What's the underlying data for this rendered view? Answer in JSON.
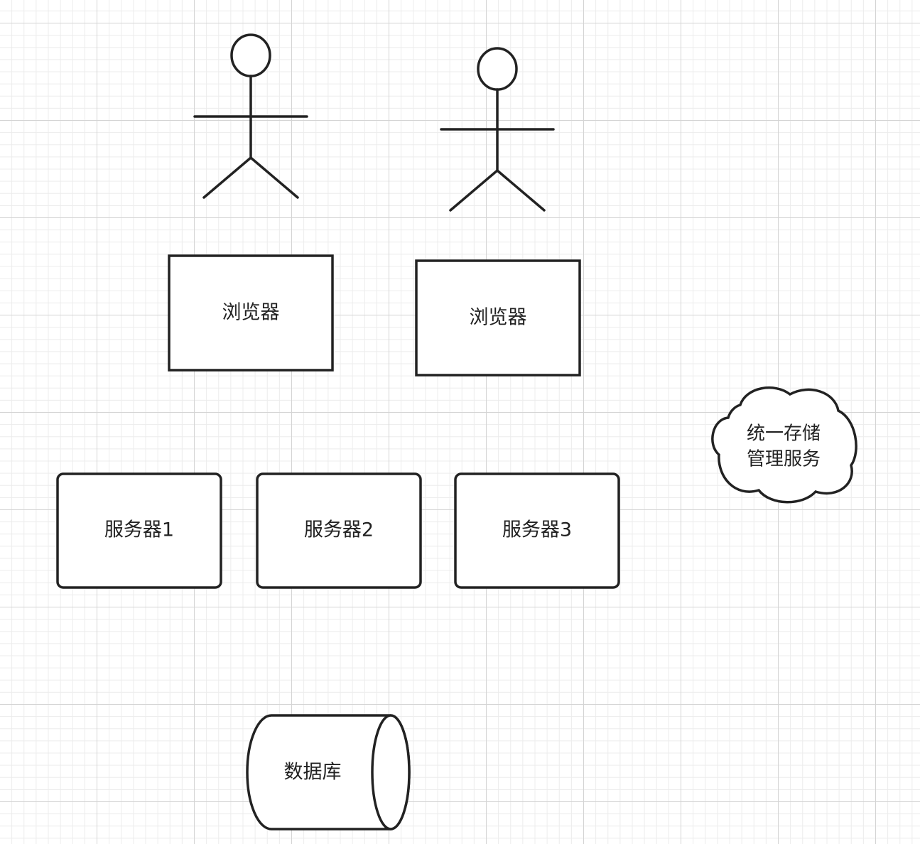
{
  "diagram": {
    "actors": [
      {
        "id": "actor-1"
      },
      {
        "id": "actor-2"
      }
    ],
    "browsers": [
      {
        "label": "浏览器"
      },
      {
        "label": "浏览器"
      }
    ],
    "servers": [
      {
        "label": "服务器1"
      },
      {
        "label": "服务器2"
      },
      {
        "label": "服务器3"
      }
    ],
    "cloud": {
      "line1": "统一存储",
      "line2": "管理服务"
    },
    "database": {
      "label": "数据库"
    }
  }
}
